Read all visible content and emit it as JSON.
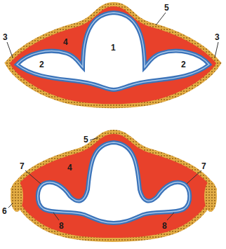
{
  "diagram": {
    "labels": [
      "3",
      "5",
      "3",
      "4",
      "1",
      "2",
      "2",
      "7",
      "5",
      "7",
      "6",
      "4",
      "8",
      "8"
    ]
  }
}
